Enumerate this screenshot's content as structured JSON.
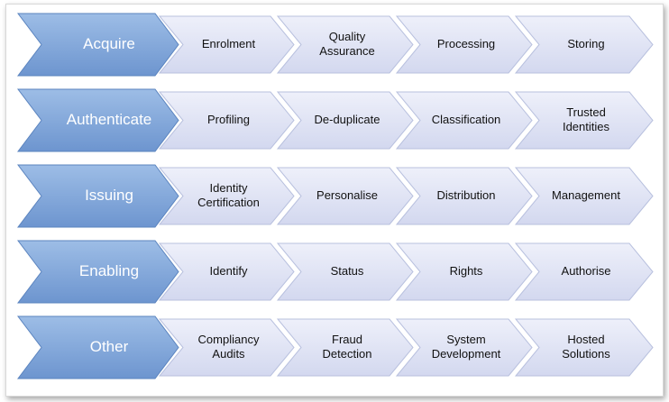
{
  "rows": [
    {
      "category": "Acquire",
      "steps": [
        [
          "Enrolment"
        ],
        [
          "Quality",
          "Assurance"
        ],
        [
          "Processing"
        ],
        [
          "Storing"
        ]
      ]
    },
    {
      "category": "Authenticate",
      "steps": [
        [
          "Profiling"
        ],
        [
          "De-duplicate"
        ],
        [
          "Classification"
        ],
        [
          "Trusted",
          "Identities"
        ]
      ]
    },
    {
      "category": "Issuing",
      "steps": [
        [
          "Identity",
          "Certification"
        ],
        [
          "Personalise"
        ],
        [
          "Distribution"
        ],
        [
          "Management"
        ]
      ]
    },
    {
      "category": "Enabling",
      "steps": [
        [
          "Identify"
        ],
        [
          "Status"
        ],
        [
          "Rights"
        ],
        [
          "Authorise"
        ]
      ]
    },
    {
      "category": "Other",
      "steps": [
        [
          "Compliancy",
          "Audits"
        ],
        [
          "Fraud",
          "Detection"
        ],
        [
          "System",
          "Development"
        ],
        [
          "Hosted",
          "Solutions"
        ]
      ]
    }
  ],
  "colors": {
    "category_fill_top": "#9dbde6",
    "category_fill_bottom": "#6d95cf",
    "category_stroke": "#5b84bf",
    "step_fill_top": "#eef0fa",
    "step_fill_bottom": "#d3d8ef",
    "step_stroke": "#b8c0de"
  }
}
